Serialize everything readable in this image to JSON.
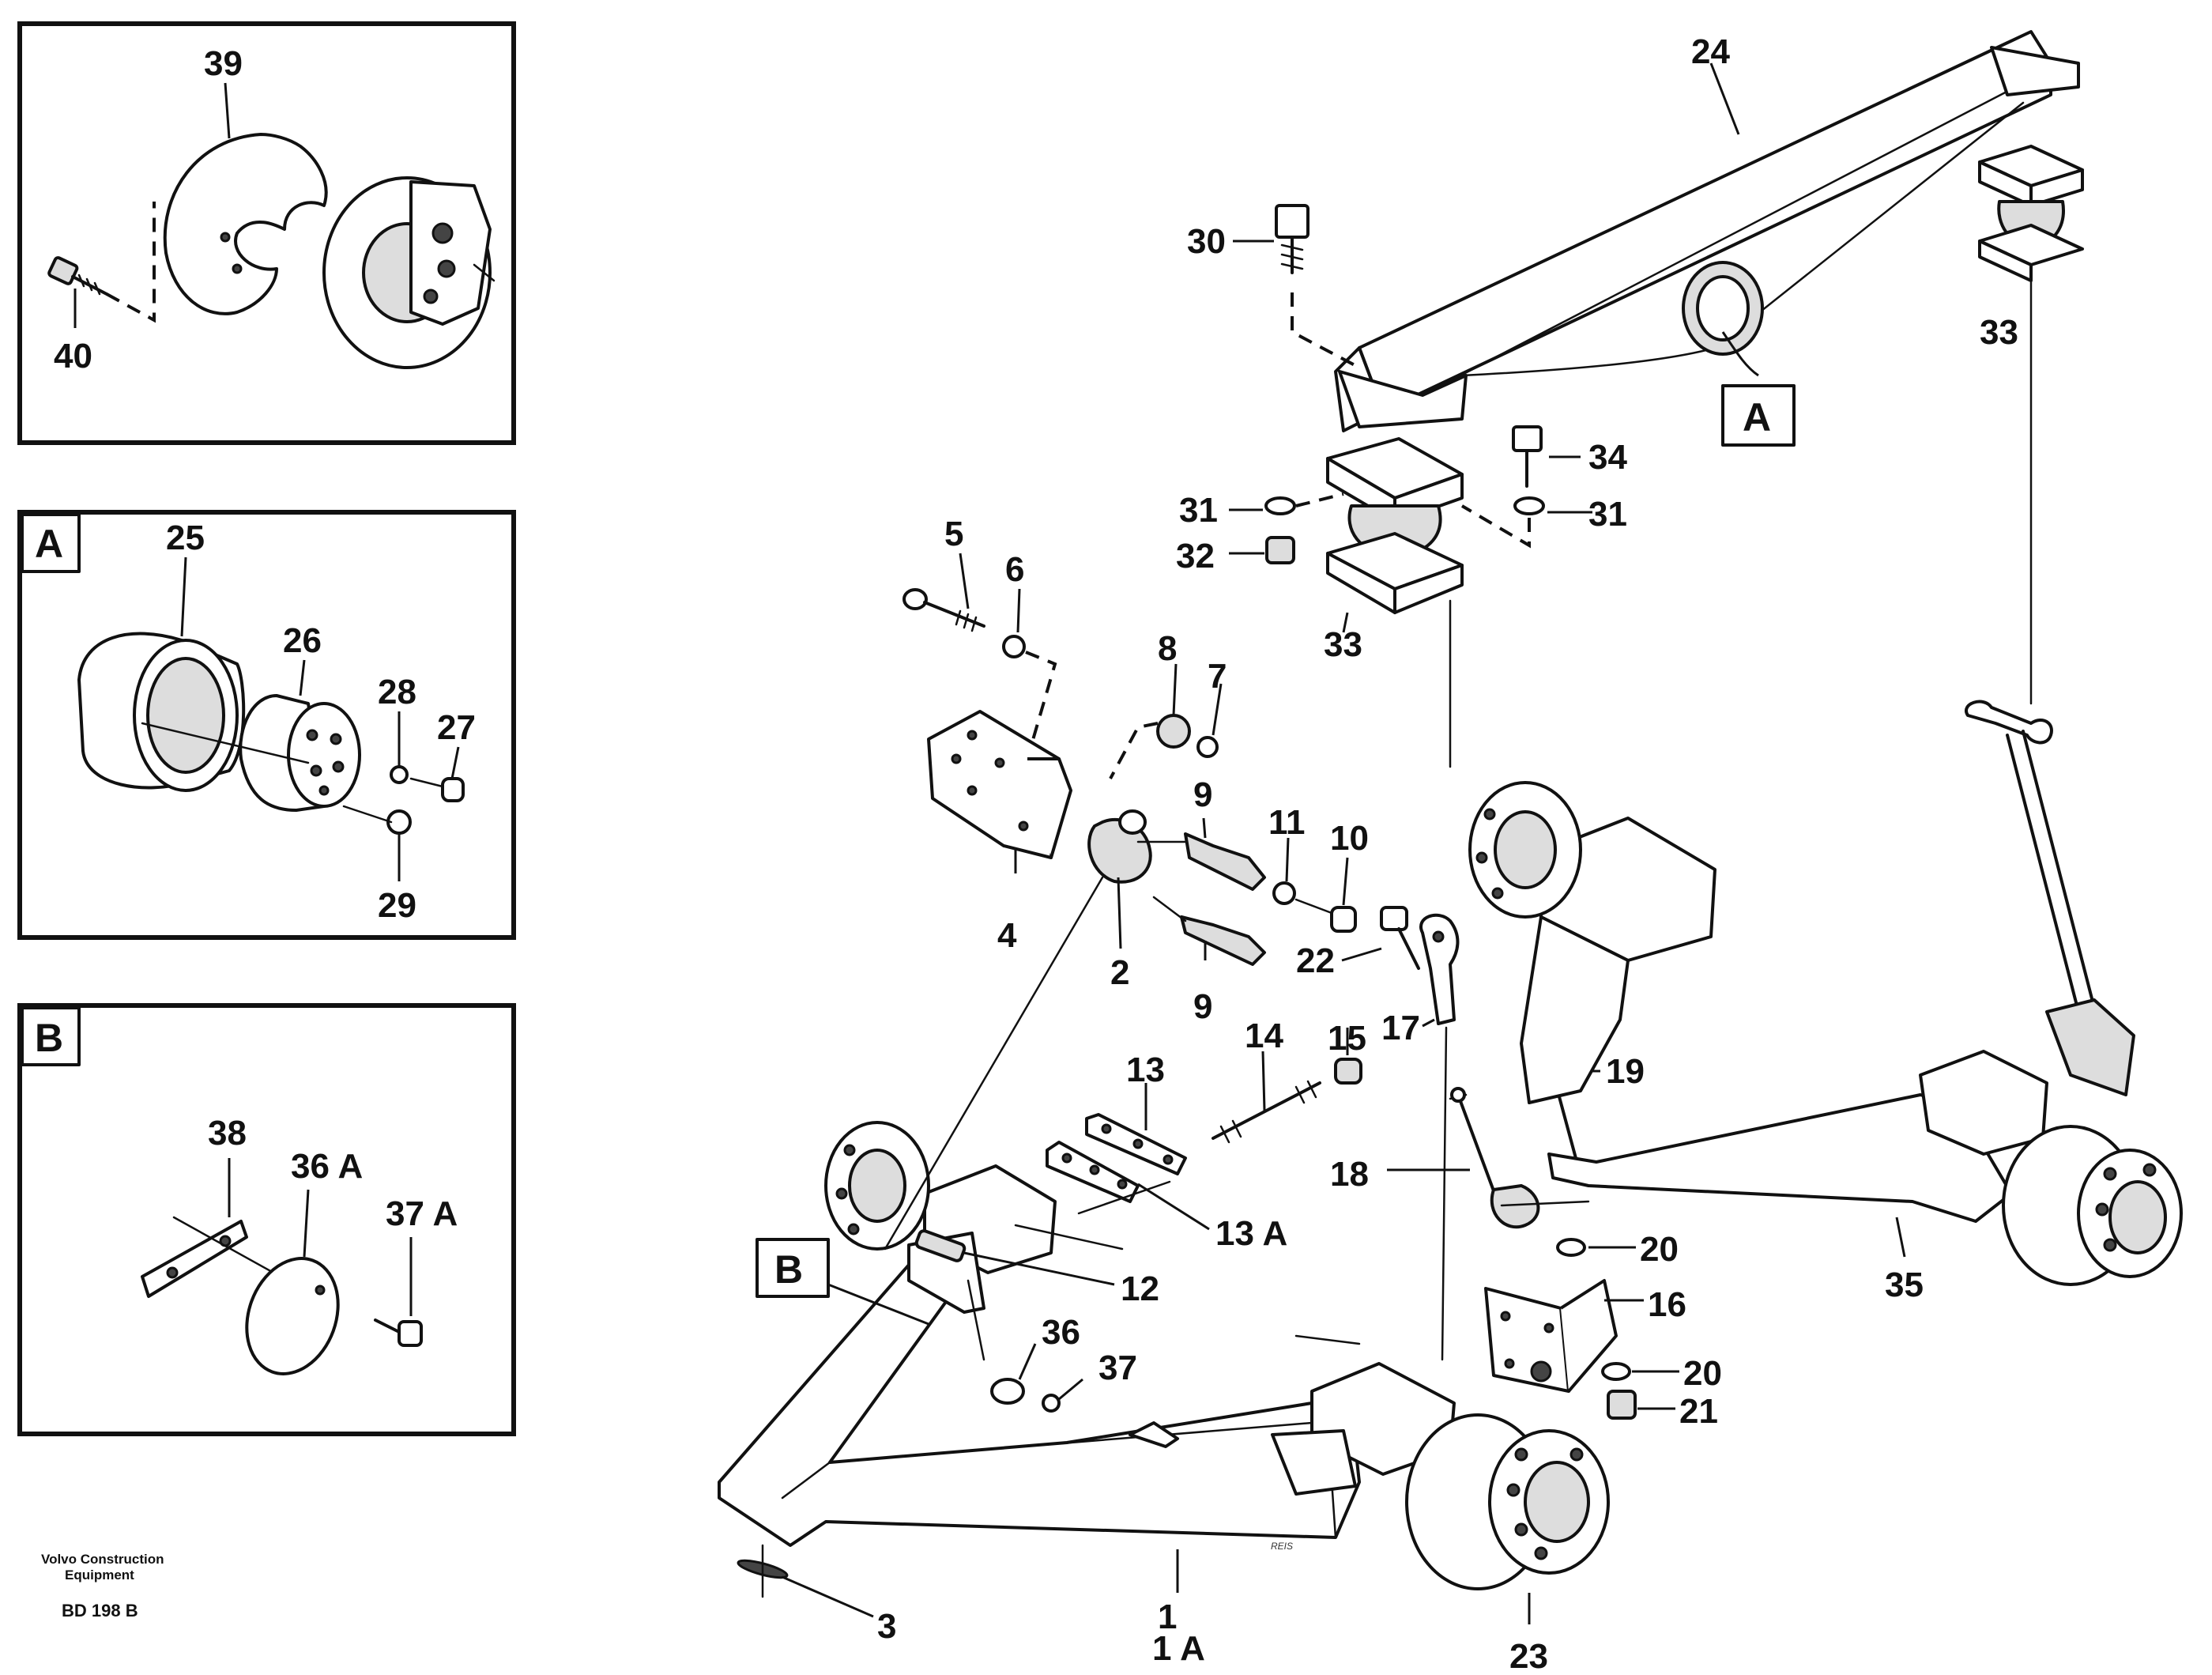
{
  "labels": {
    "l1": "1",
    "l1a": "1 A",
    "l2": "2",
    "l3": "3",
    "l4": "4",
    "l5": "5",
    "l6": "6",
    "l7": "7",
    "l8": "8",
    "l9a": "9",
    "l9b": "9",
    "l10": "10",
    "l11": "11",
    "l12": "12",
    "l13": "13",
    "l13a": "13 A",
    "l14": "14",
    "l15": "15",
    "l16": "16",
    "l17": "17",
    "l18": "18",
    "l19": "19",
    "l20a": "20",
    "l20b": "20",
    "l21": "21",
    "l22": "22",
    "l23": "23",
    "l24": "24",
    "l25": "25",
    "l26": "26",
    "l27": "27",
    "l28": "28",
    "l29": "29",
    "l30": "30",
    "l31a": "31",
    "l31b": "31",
    "l32": "32",
    "l33a": "33",
    "l33b": "33",
    "l34": "34",
    "l35": "35",
    "l36": "36",
    "l36a": "36 A",
    "l37": "37",
    "l37a": "37 A",
    "l38": "38",
    "l39": "39",
    "l40": "40"
  },
  "callouts": {
    "panel_a": "A",
    "panel_b": "B",
    "main_a": "A",
    "main_b": "B"
  },
  "footer": {
    "company_line1": "Volvo Construction",
    "company_line2": "Equipment",
    "drawing_code": "BD 198 B"
  },
  "signature": "REIS"
}
